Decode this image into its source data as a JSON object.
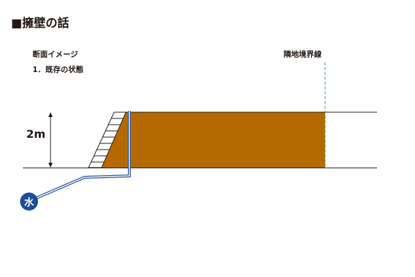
{
  "title": "■擁壁の話",
  "subtitle": "断面イメージ",
  "step": "1．既存の状態",
  "boundary_label": "隣地境界線",
  "height_label": "2m",
  "water_label": "水",
  "colors": {
    "soil": "#b46a00",
    "pipe": "#1d4e9c",
    "boundary": "#3a9a4a",
    "text": "#231815"
  }
}
